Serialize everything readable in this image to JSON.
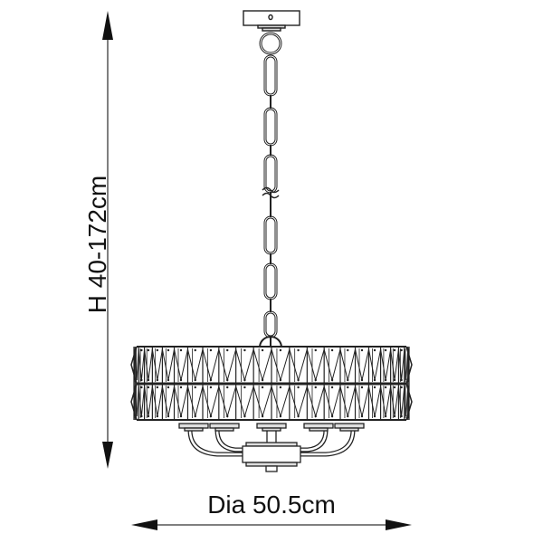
{
  "dimensions": {
    "height_label": "H 40-172cm",
    "diameter_label": "Dia 50.5cm"
  },
  "colors": {
    "line": "#222222",
    "arrow": "#111111",
    "background": "#ffffff",
    "fill_light": "#dddddd"
  },
  "figure": {
    "subject": "pendant chandelier with chain and faceted crystal drum shade",
    "arms": 5,
    "shade_rows": 2
  }
}
